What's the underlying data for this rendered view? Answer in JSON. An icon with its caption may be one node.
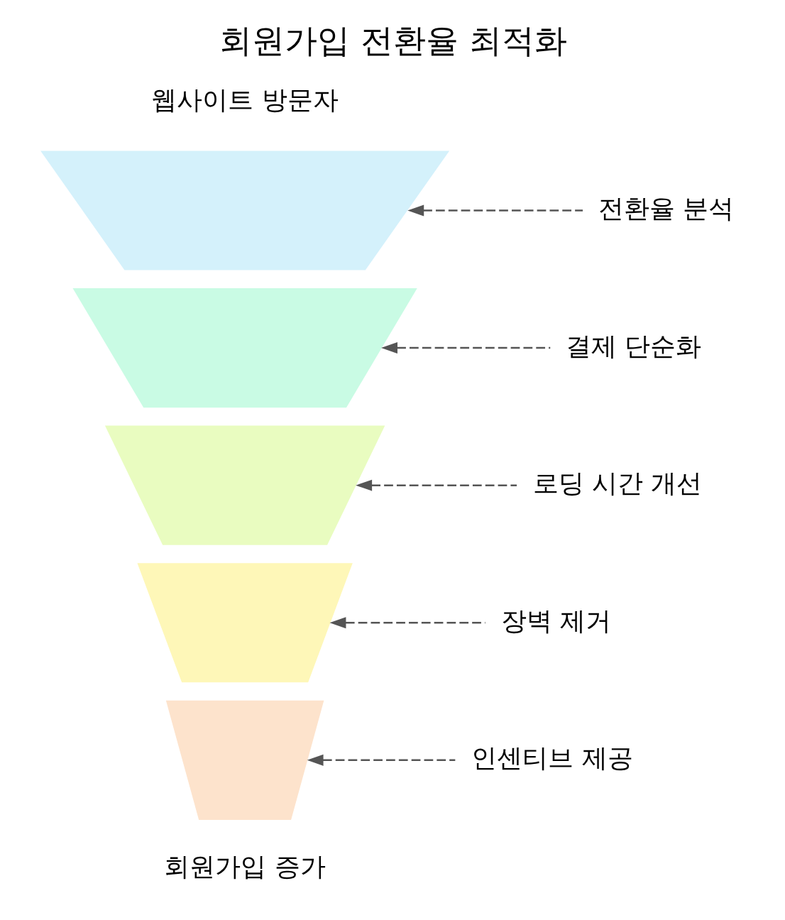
{
  "diagram": {
    "title": "회원가입 전환율 최적화",
    "nodes": [
      {
        "text": [],
        "shape": "trapezoid"
      },
      {
        "text": [],
        "shape": "trapezoid"
      },
      {
        "text": [],
        "shape": "trapezoid"
      },
      {
        "text": [],
        "shape": "trapezoid"
      },
      {
        "text": [],
        "shape": "trapezoid"
      },
      {
        "text": [
          "전환율 분석"
        ]
      },
      {
        "text": [
          "결제 단순화"
        ]
      },
      {
        "text": [
          "로딩 시간 개선"
        ]
      },
      {
        "text": [
          "장벽 제거"
        ]
      },
      {
        "text": [
          "인센티브 제공"
        ]
      }
    ],
    "edges": [
      {
        "from": 5,
        "to": 0,
        "arrow": "to",
        "style": "dashed"
      },
      {
        "from": 6,
        "to": 1,
        "arrow": "to",
        "style": "dashed"
      },
      {
        "from": 7,
        "to": 2,
        "arrow": "to",
        "style": "dashed"
      },
      {
        "from": 8,
        "to": 3,
        "arrow": "to",
        "style": "dashed"
      },
      {
        "from": 9,
        "to": 4,
        "arrow": "to",
        "style": "dashed"
      }
    ],
    "labels": [
      "웹사이트 방문자",
      "회원가입 증가"
    ]
  }
}
